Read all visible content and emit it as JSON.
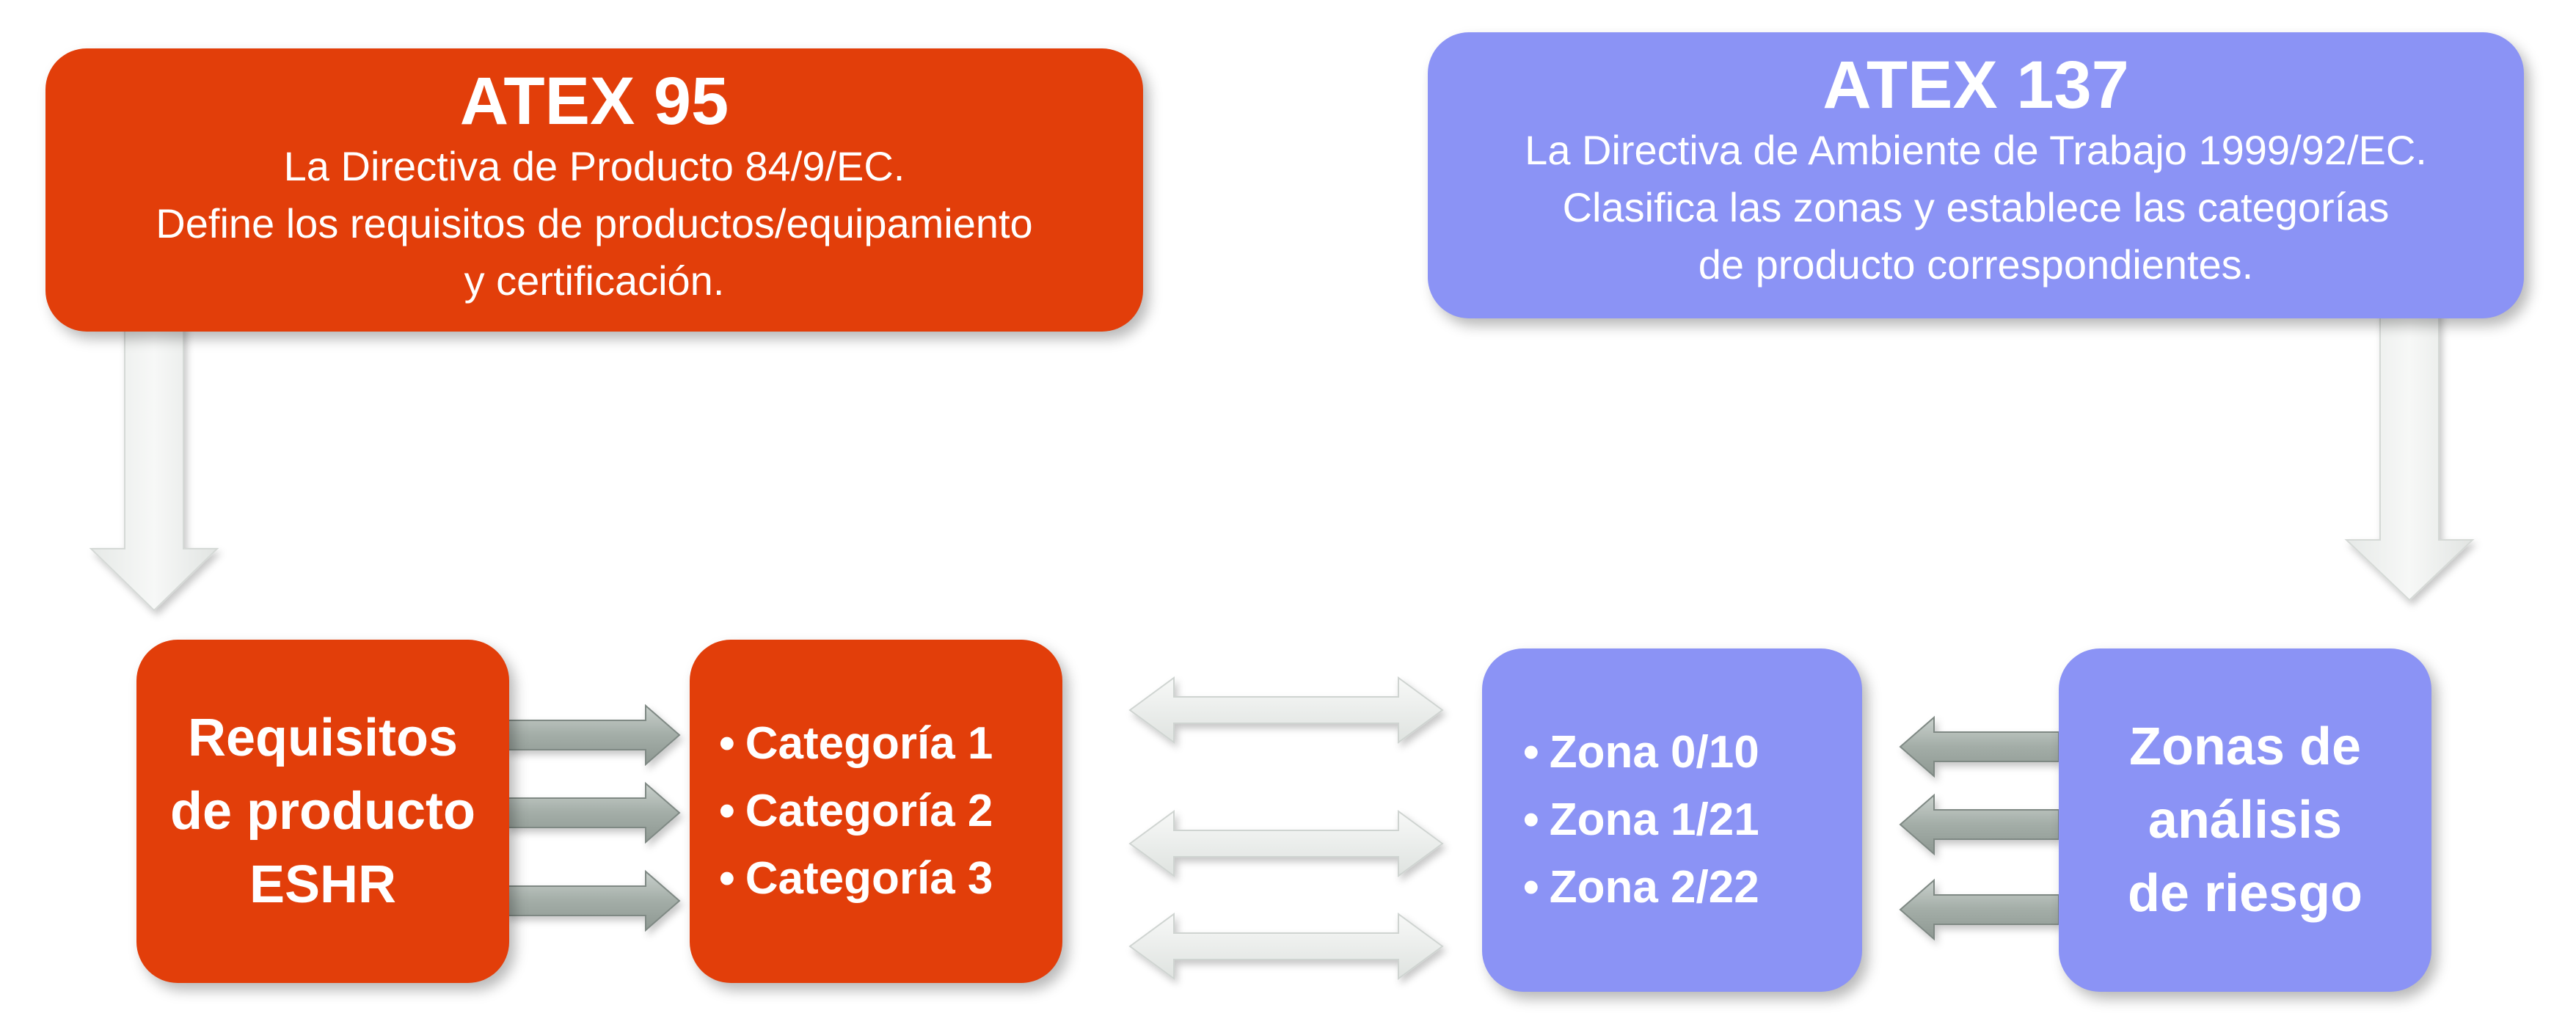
{
  "atex95": {
    "title": "ATEX 95",
    "lines": [
      "La Directiva de Producto 84/9/EC.",
      "Define los requisitos de productos/equipamiento",
      "y certificación."
    ]
  },
  "atex137": {
    "title": "ATEX 137",
    "lines": [
      "La Directiva de Ambiente de Trabajo 1999/92/EC.",
      "Clasifica las zonas y establece las categorías",
      "de producto correspondientes."
    ]
  },
  "requisitos": {
    "lines": [
      "Requisitos",
      "de producto",
      "ESHR"
    ]
  },
  "categorias": {
    "bullet": "•",
    "items": [
      "Categoría 1",
      "Categoría 2",
      "Categoría 3"
    ]
  },
  "zonas": {
    "bullet": "•",
    "items": [
      "Zona 0/10",
      "Zona 1/21",
      "Zona 2/22"
    ]
  },
  "riesgo": {
    "lines": [
      "Zonas de",
      "análisis",
      "de riesgo"
    ]
  },
  "colors": {
    "orange": "#e23e0a",
    "blue": "#8b93f5",
    "arrow_gray": "#a9b2ad",
    "arrow_light": "#eef0ef"
  }
}
